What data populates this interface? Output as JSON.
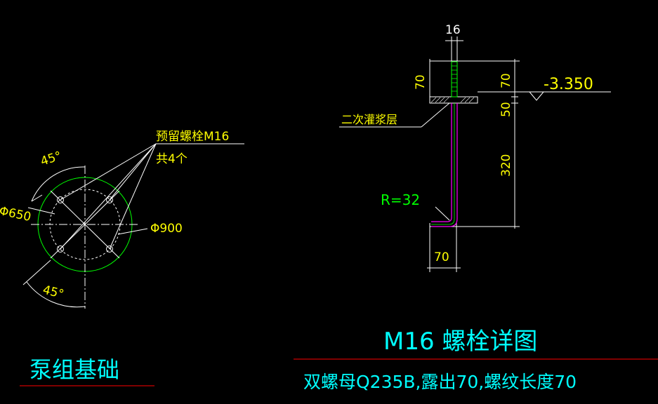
{
  "colors": {
    "background": "#000000",
    "dimension": "#ffffff",
    "label": "#ffff00",
    "circle": "#00ff00",
    "title": "#00ffff",
    "underline": "#ff0000",
    "bolt_stroke": "#ff00ff"
  },
  "left_drawing": {
    "angle_top": "45°",
    "angle_bottom": "45°",
    "dia_inner": "Φ650",
    "dia_outer": "Φ900",
    "bolt_label_line1": "预留螺栓M16",
    "bolt_label_line2": "共4个",
    "title": "泵组基础"
  },
  "right_drawing": {
    "dim_width": "16",
    "dim_top_left": "70",
    "dim_top_right": "70",
    "dim_grout": "50",
    "dim_embed": "320",
    "dim_hook": "70",
    "elevation": "-3.350",
    "grout_label": "二次灌浆层",
    "radius_label": "R=32",
    "title": "M16 螺栓详图",
    "note": "双螺母Q235B,露出70,螺纹长度70"
  }
}
